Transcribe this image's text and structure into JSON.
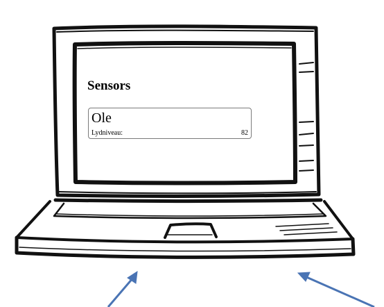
{
  "screen": {
    "heading": "Sensors",
    "sensors": [
      {
        "name": "Ole",
        "metric_label": "Lydniveau:",
        "metric_value": "82"
      }
    ]
  },
  "colors": {
    "ink": "#111111",
    "card_border": "#7a7a7a",
    "arrow": "#4a74b4",
    "background": "#ffffff"
  },
  "icons": [
    "laptop-sketch-icon",
    "arrow-up-left-icon",
    "arrow-up-right-icon"
  ]
}
